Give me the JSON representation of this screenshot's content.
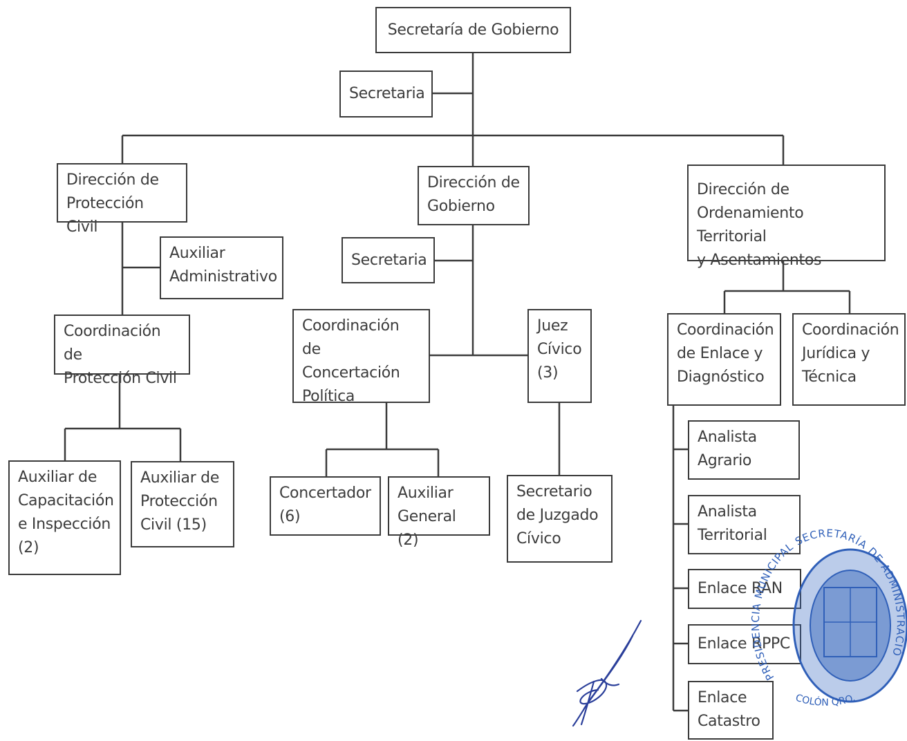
{
  "nodes": {
    "secretaria_gobierno": "Secretaría de Gobierno",
    "secretaria_top": "Secretaria",
    "dir_proteccion_civil": "Dirección de\nProtección Civil",
    "aux_administrativo": "Auxiliar\nAdministrativo",
    "coord_proteccion_civil": "Coordinación de\nProtección Civil",
    "aux_capacitacion": "Auxiliar de\nCapacitación\ne Inspección\n(2)",
    "aux_proteccion_civil": "Auxiliar de\nProtección\nCivil (15)",
    "dir_gobierno": "Dirección de\nGobierno",
    "secretaria_gobierno_dir": "Secretaria",
    "coord_concertacion": "Coordinación de\nConcertación\nPolítica",
    "juez_civico": "Juez\nCívico\n(3)",
    "concertador": "Concertador\n(6)",
    "aux_general": "Auxiliar\nGeneral (2)",
    "secretario_juzgado": "Secretario\nde Juzgado\nCívico",
    "dir_ordenamiento": "Dirección de\nOrdenamiento Territorial\ny Asentamientos",
    "coord_enlace": "Coordinación\nde Enlace y\nDiagnóstico",
    "coord_juridica": "Coordinación\nJurídica y\nTécnica",
    "analista_agrario": "Analista\nAgrario",
    "analista_territorial": "Analista\nTerritorial",
    "enlace_ran": "Enlace RAN",
    "enlace_rppc": "Enlace RPPC",
    "enlace_catastro": "Enlace\nCatastro"
  },
  "seal": {
    "text_top": "PRESIDENCIA MUNICIPAL SECRETARÍA DE ADMINISTRACIÓN",
    "text_bottom": "COLÓN QRO.",
    "color": "#2f5fb8"
  },
  "line_color": "#3a3a3a",
  "text_color": "#3c3c3c"
}
